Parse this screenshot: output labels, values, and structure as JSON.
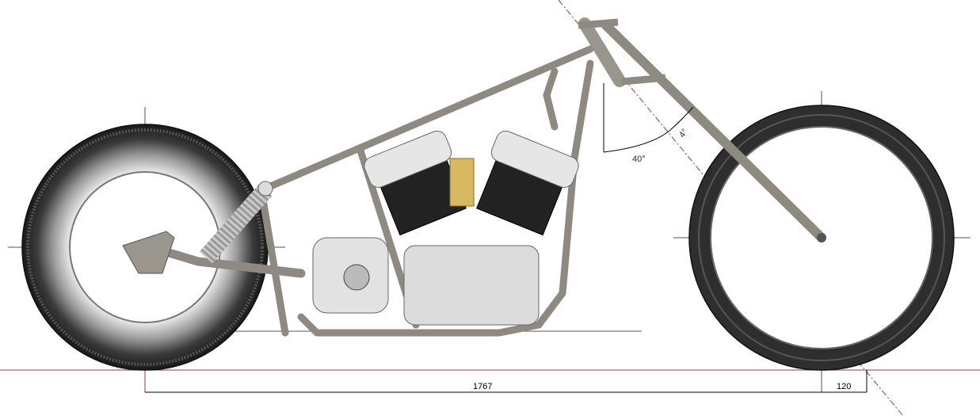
{
  "drawing": {
    "wheelbase_dimension": "1767",
    "trail_dimension": "120",
    "rake_angle": "40°",
    "fork_offset_angle": "4°"
  },
  "colors": {
    "centerline": "#8a3a4a",
    "tire": "#2a2a2a",
    "frame": "#8e8a82",
    "dimension": "#000000",
    "angle_text": "#1a2a6a"
  }
}
